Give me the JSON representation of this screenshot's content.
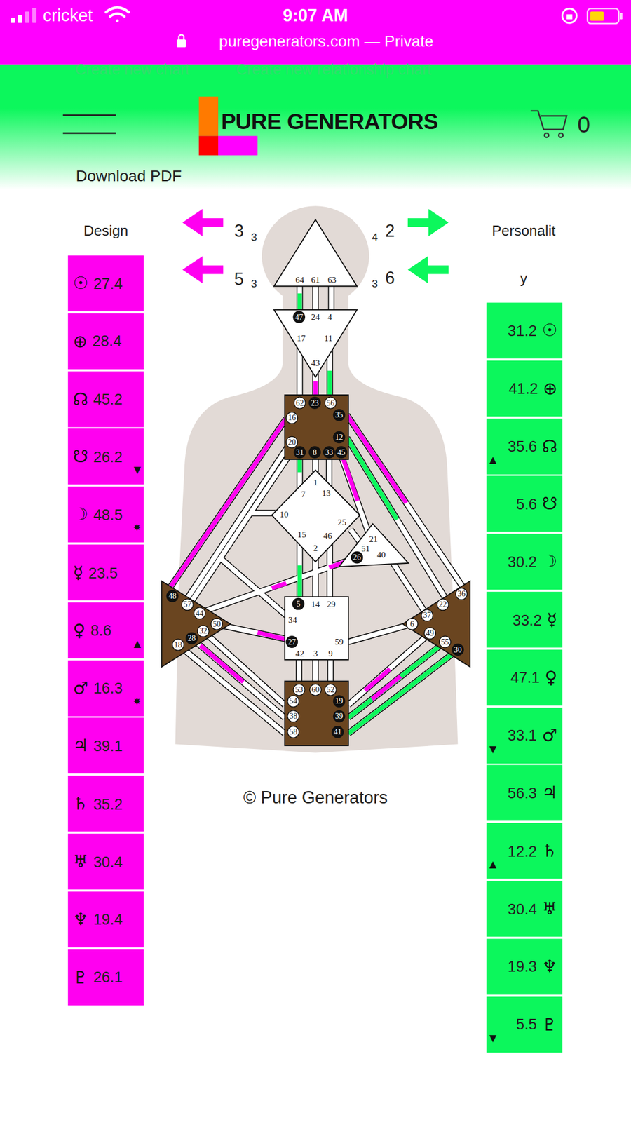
{
  "diagram": {
    "nodes": [
      {
        "text": [
          "☉",
          "27.4"
        ]
      },
      {
        "text": [
          "⊕",
          "28.4"
        ]
      },
      {
        "text": [
          "☊",
          "45.2"
        ]
      },
      {
        "text": [
          "☋",
          "26.2",
          "▼"
        ]
      },
      {
        "text": [
          "☽",
          "48.5",
          "✸"
        ]
      },
      {
        "text": [
          "☿",
          "23.5"
        ]
      },
      {
        "text": [
          "♀",
          "8.6",
          "▲"
        ]
      },
      {
        "text": [
          "♂",
          "16.3",
          "✸"
        ]
      },
      {
        "text": [
          "♃",
          "39.1"
        ]
      },
      {
        "text": [
          "♄",
          "35.2"
        ]
      },
      {
        "text": [
          "♅",
          "30.4"
        ]
      },
      {
        "text": [
          "♆",
          "19.4"
        ]
      },
      {
        "text": [
          "♇",
          "26.1"
        ]
      },
      {
        "text": [
          "31.2",
          "☉"
        ]
      },
      {
        "text": [
          "41.2",
          "⊕"
        ]
      },
      {
        "text": [
          "▲",
          "35.6",
          "☊"
        ]
      },
      {
        "text": [
          "5.6",
          "☋"
        ]
      },
      {
        "text": [
          "30.2",
          "☽"
        ]
      },
      {
        "text": [
          "33.2",
          "☿"
        ]
      },
      {
        "text": [
          "47.1",
          "♀"
        ]
      },
      {
        "text": [
          "▼",
          "33.1",
          "♂"
        ]
      },
      {
        "text": [
          "56.3",
          "♃"
        ]
      },
      {
        "text": [
          "▲",
          "12.2",
          "♄"
        ]
      },
      {
        "text": [
          "30.4",
          "♅"
        ]
      },
      {
        "text": [
          "19.3",
          "♆"
        ]
      },
      {
        "text": [
          "▼",
          "5.5",
          "♇"
        ]
      }
    ],
    "labels": [
      "cricket",
      "9:07 AM",
      "puregenerators.com — Private",
      "Create new chart",
      "Create new relationship chart",
      "PURE GENERATORS",
      "0",
      "Download PDF",
      "Design",
      "Personalit",
      "y",
      "3",
      "3",
      "5",
      "3",
      "4",
      "2",
      "3",
      "6",
      "© Pure Generators",
      "64",
      "61",
      "63",
      "47",
      "24",
      "4",
      "17",
      "11",
      "43",
      "62",
      "23",
      "56",
      "16",
      "35",
      "12",
      "20",
      "31",
      "8",
      "33",
      "45",
      "1",
      "7",
      "13",
      "10",
      "25",
      "15",
      "46",
      "2",
      "21",
      "51",
      "40",
      "26",
      "5",
      "14",
      "29",
      "34",
      "27",
      "59",
      "42",
      "3",
      "9",
      "53",
      "60",
      "52",
      "54",
      "19",
      "38",
      "39",
      "58",
      "41",
      "48",
      "57",
      "44",
      "50",
      "32",
      "28",
      "18",
      "36",
      "22",
      "37",
      "6",
      "49",
      "55",
      "30"
    ]
  }
}
